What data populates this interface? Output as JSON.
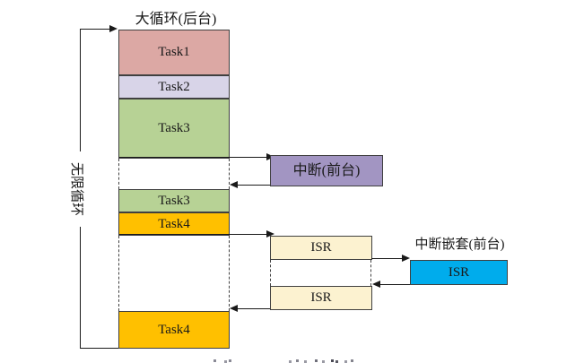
{
  "diagram": {
    "title": "大循环(后台)",
    "loop_label": "无限循环",
    "background_tasks": {
      "task1": "Task1",
      "task2": "Task2",
      "task3": "Task3",
      "task3_resume": "Task3",
      "task4": "Task4",
      "task4_resume": "Task4"
    },
    "interrupt_label": "中断(前台)",
    "isr1_label": "ISR",
    "isr2_label": "ISR",
    "nested_interrupt_label": "中断嵌套(前台)",
    "nested_isr_label": "ISR",
    "colors": {
      "task1_fill": "#DCA8A4",
      "task2_fill": "#D8D4E8",
      "task3_fill": "#B7D295",
      "task4_fill": "#FFC000",
      "interrupt_fill": "#A295C2",
      "isr_fill": "#FCF2D0",
      "nested_isr_fill": "#00ACEC",
      "box_border": "#404040",
      "line_color": "#1A1A1A"
    }
  }
}
